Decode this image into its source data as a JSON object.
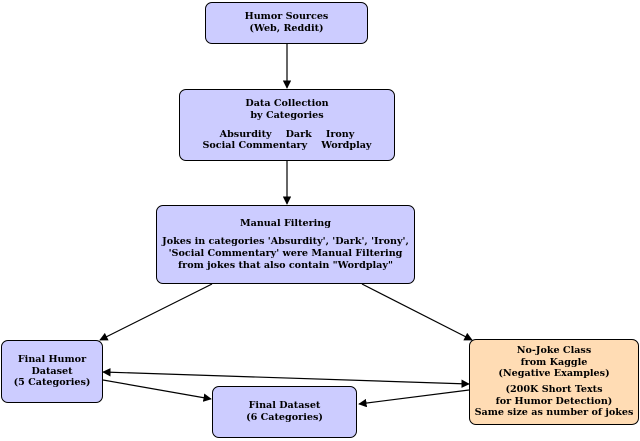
{
  "nodes": {
    "humor_sources": {
      "lines": [
        "Humor Sources",
        "(Web, Reddit)"
      ]
    },
    "data_collection": {
      "lines": [
        "Data Collection",
        "by Categories"
      ],
      "category_rows": [
        [
          "Absurdity",
          "Dark",
          "Irony"
        ],
        [
          "Social Commentary",
          "Wordplay"
        ]
      ]
    },
    "manual_filtering": {
      "title": "Manual Filtering",
      "lines": [
        "Jokes in categories 'Absurdity', 'Dark', 'Irony',",
        "'Social Commentary' were Manual Filtering",
        "from jokes that also contain \"Wordplay\""
      ]
    },
    "final_humor": {
      "lines": [
        "Final Humor",
        "Dataset",
        "(5 Categories)"
      ]
    },
    "no_joke": {
      "lines": [
        "No-Joke Class",
        "from Kaggle",
        "(Negative Examples)"
      ],
      "detail_lines": [
        "(200K Short Texts",
        "for Humor Detection)",
        "Same size as number of jokes"
      ]
    },
    "final_dataset": {
      "lines": [
        "Final Dataset",
        "(6 Categories)"
      ]
    }
  },
  "colors": {
    "main_fill": "#ccccff",
    "negative_fill": "#ffdcb4",
    "stroke": "#000000"
  }
}
